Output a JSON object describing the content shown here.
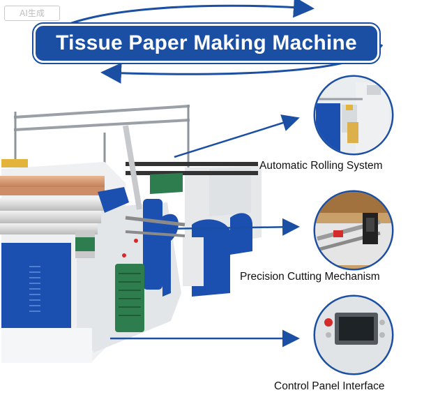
{
  "watermark": {
    "text": "AI生成"
  },
  "banner": {
    "title": "Tissue Paper Making Machine"
  },
  "callouts": [
    {
      "label": "Automatic Rolling System"
    },
    {
      "label": "Precision Cutting Mechanism"
    },
    {
      "label": "Control Panel Interface"
    }
  ],
  "colors": {
    "brand_blue": "#1a4fa3",
    "machine_blue": "#1b4fb0",
    "machine_white": "#eef0f2",
    "panel_green": "#2e7d4f",
    "accent_red": "#d62b2b"
  }
}
